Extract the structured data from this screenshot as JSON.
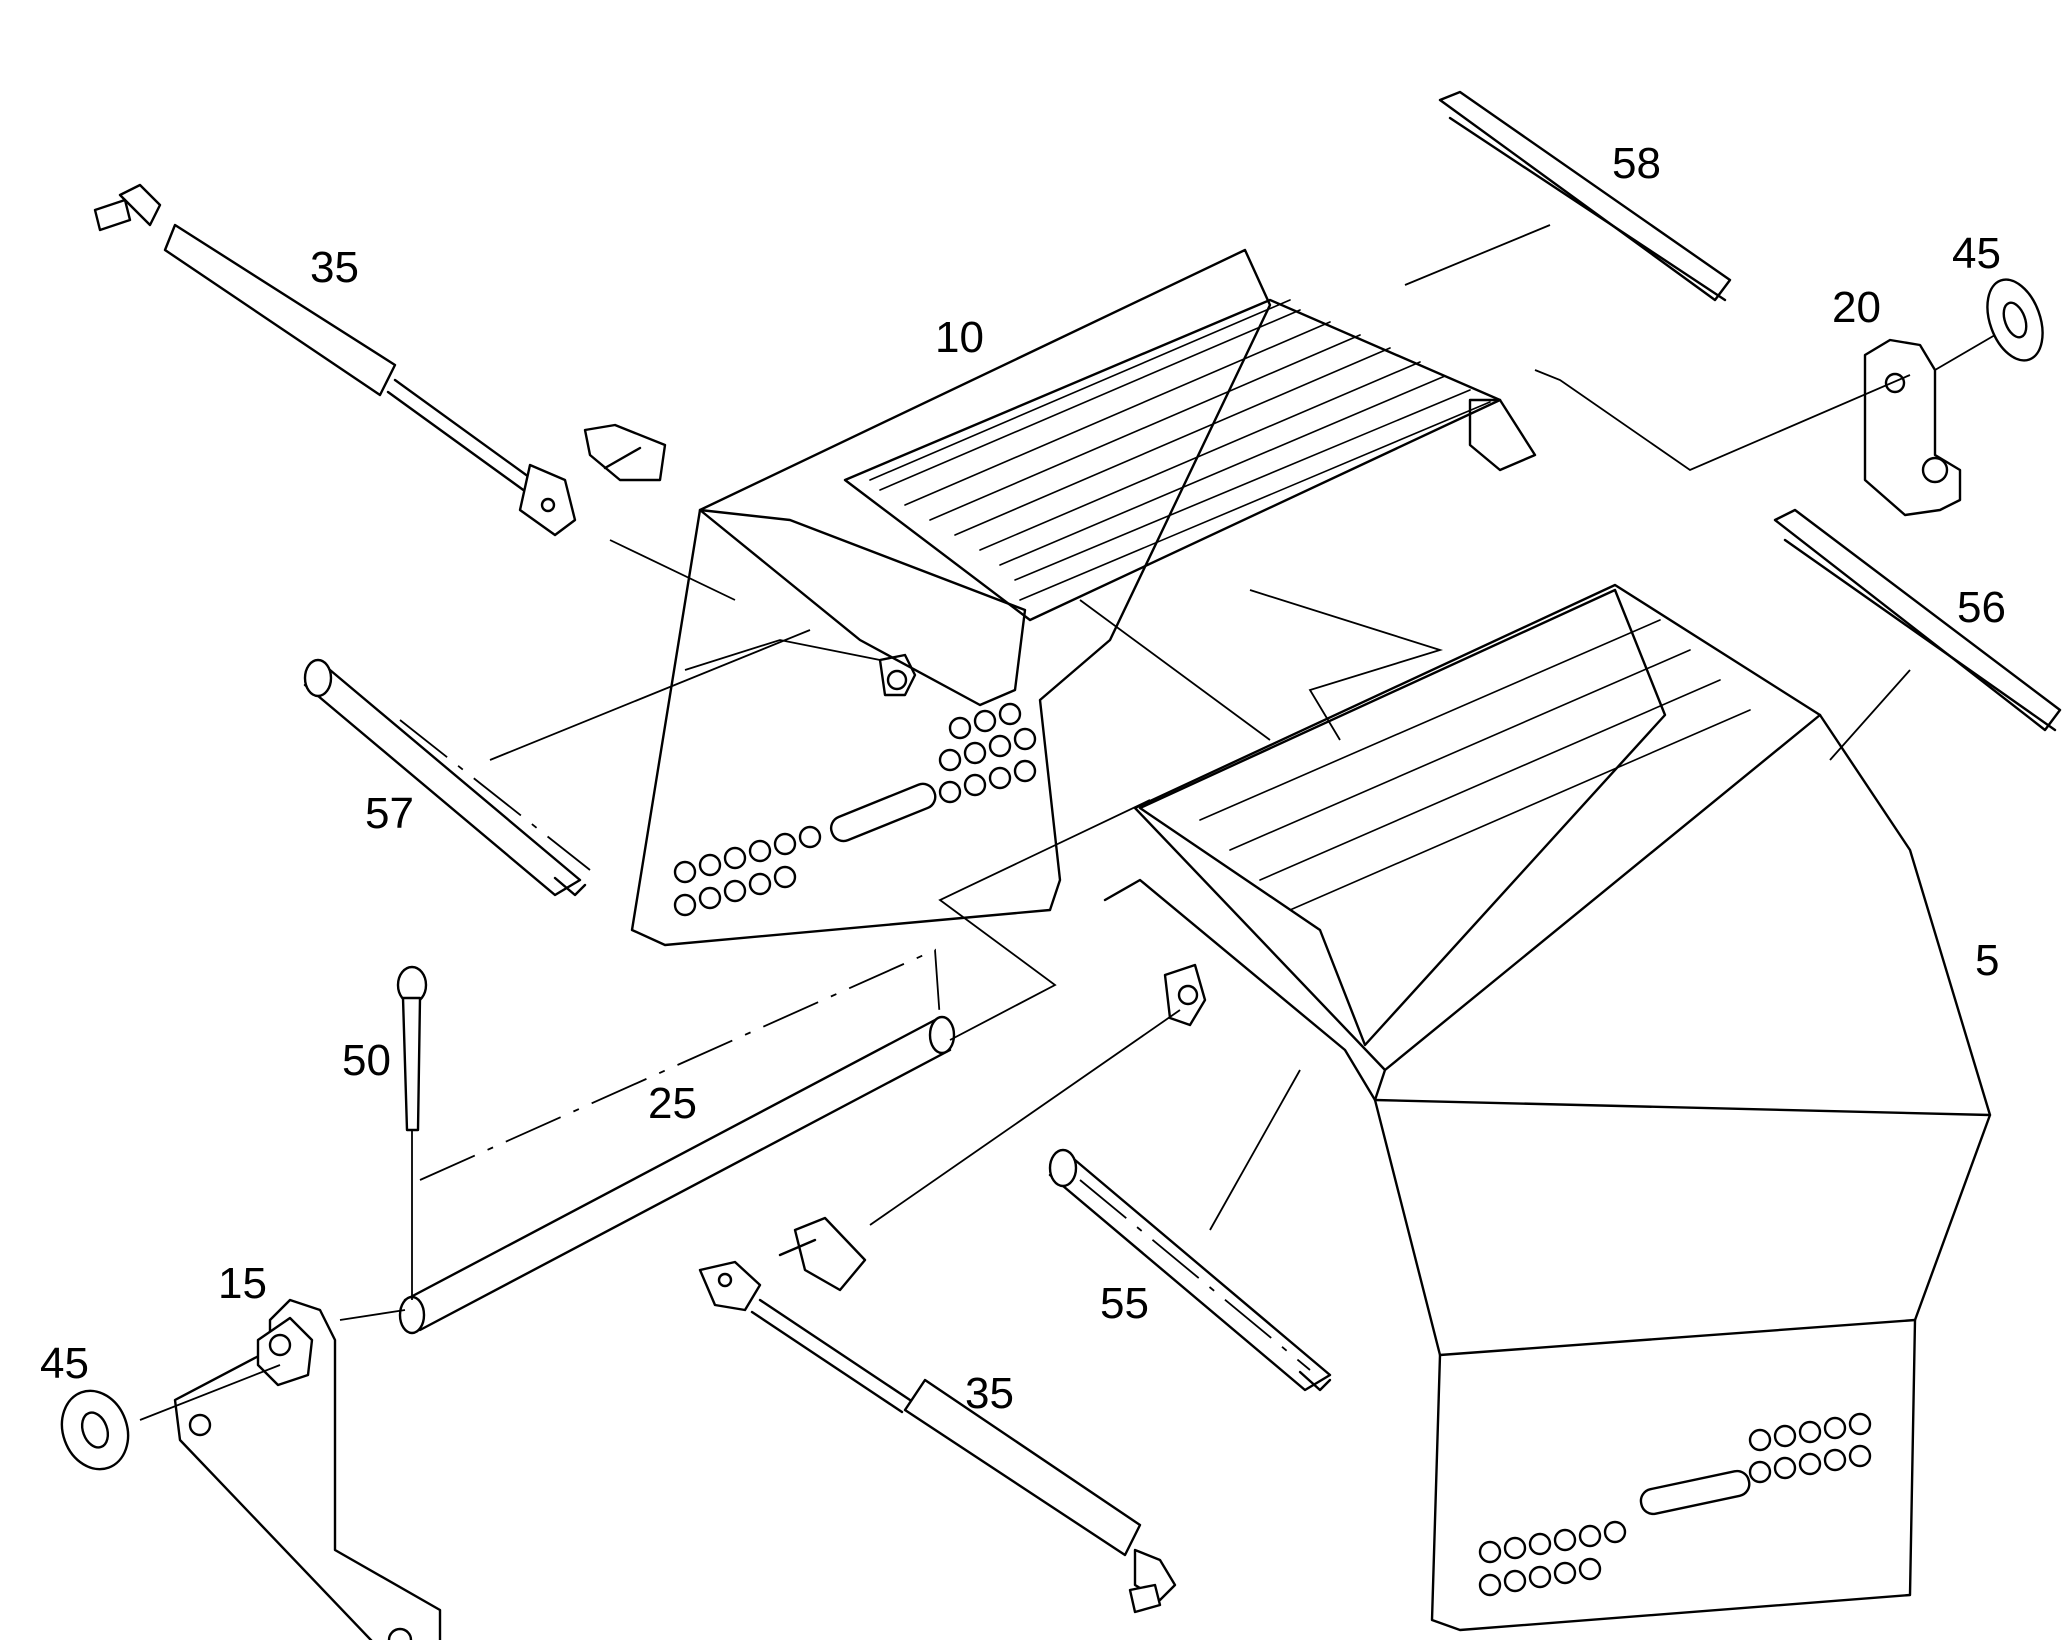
{
  "callouts": {
    "item_5": "5",
    "item_10": "10",
    "item_15": "15",
    "item_20": "20",
    "item_25": "25",
    "item_35_top": "35",
    "item_35_bottom": "35",
    "item_45_right": "45",
    "item_45_left": "45",
    "item_50": "50",
    "item_55": "55",
    "item_56": "56",
    "item_57": "57",
    "item_58": "58"
  }
}
